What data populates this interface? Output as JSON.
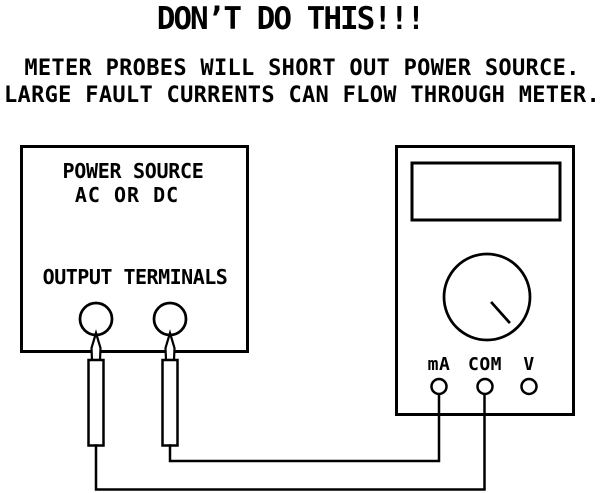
{
  "title": "DON’T DO THIS!!!",
  "warning": {
    "line1": "METER PROBES WILL SHORT OUT POWER SOURCE.",
    "line2": "LARGE FAULT CURRENTS CAN FLOW THROUGH METER."
  },
  "power_source": {
    "name_line1": "POWER SOURCE",
    "name_line2": "AC OR DC",
    "terminals_label": "OUTPUT TERMINALS"
  },
  "meter": {
    "jack_ma_label": "mA",
    "jack_com_label": "COM",
    "jack_v_label": "V"
  },
  "colors": {
    "line": "#000000",
    "background": "#ffffff"
  }
}
